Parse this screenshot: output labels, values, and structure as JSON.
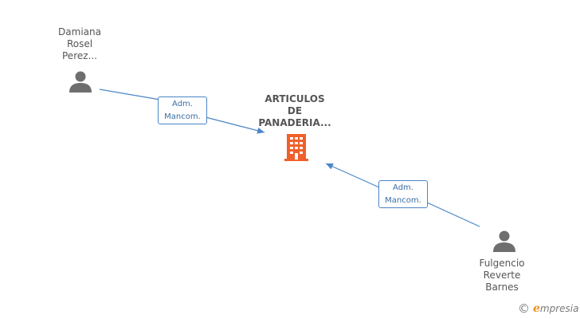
{
  "persons": [
    {
      "lines": [
        "Damiana",
        "Rosel",
        "Perez..."
      ]
    },
    {
      "lines": [
        "Fulgencio",
        "Reverte",
        "Barnes"
      ]
    }
  ],
  "company": {
    "lines": [
      "ARTICULOS",
      "DE",
      "PANADERIA..."
    ]
  },
  "relations": [
    {
      "lines": [
        "Adm.",
        "Mancom."
      ]
    },
    {
      "lines": [
        "Adm.",
        "Mancom."
      ]
    }
  ],
  "colors": {
    "edge": "#4a86c8",
    "person_icon": "#6e6e6e",
    "company_icon": "#f0602a",
    "brand_e": "#f0901e"
  },
  "brand": {
    "copyright": "©",
    "initial": "e",
    "rest": "mpresia"
  }
}
